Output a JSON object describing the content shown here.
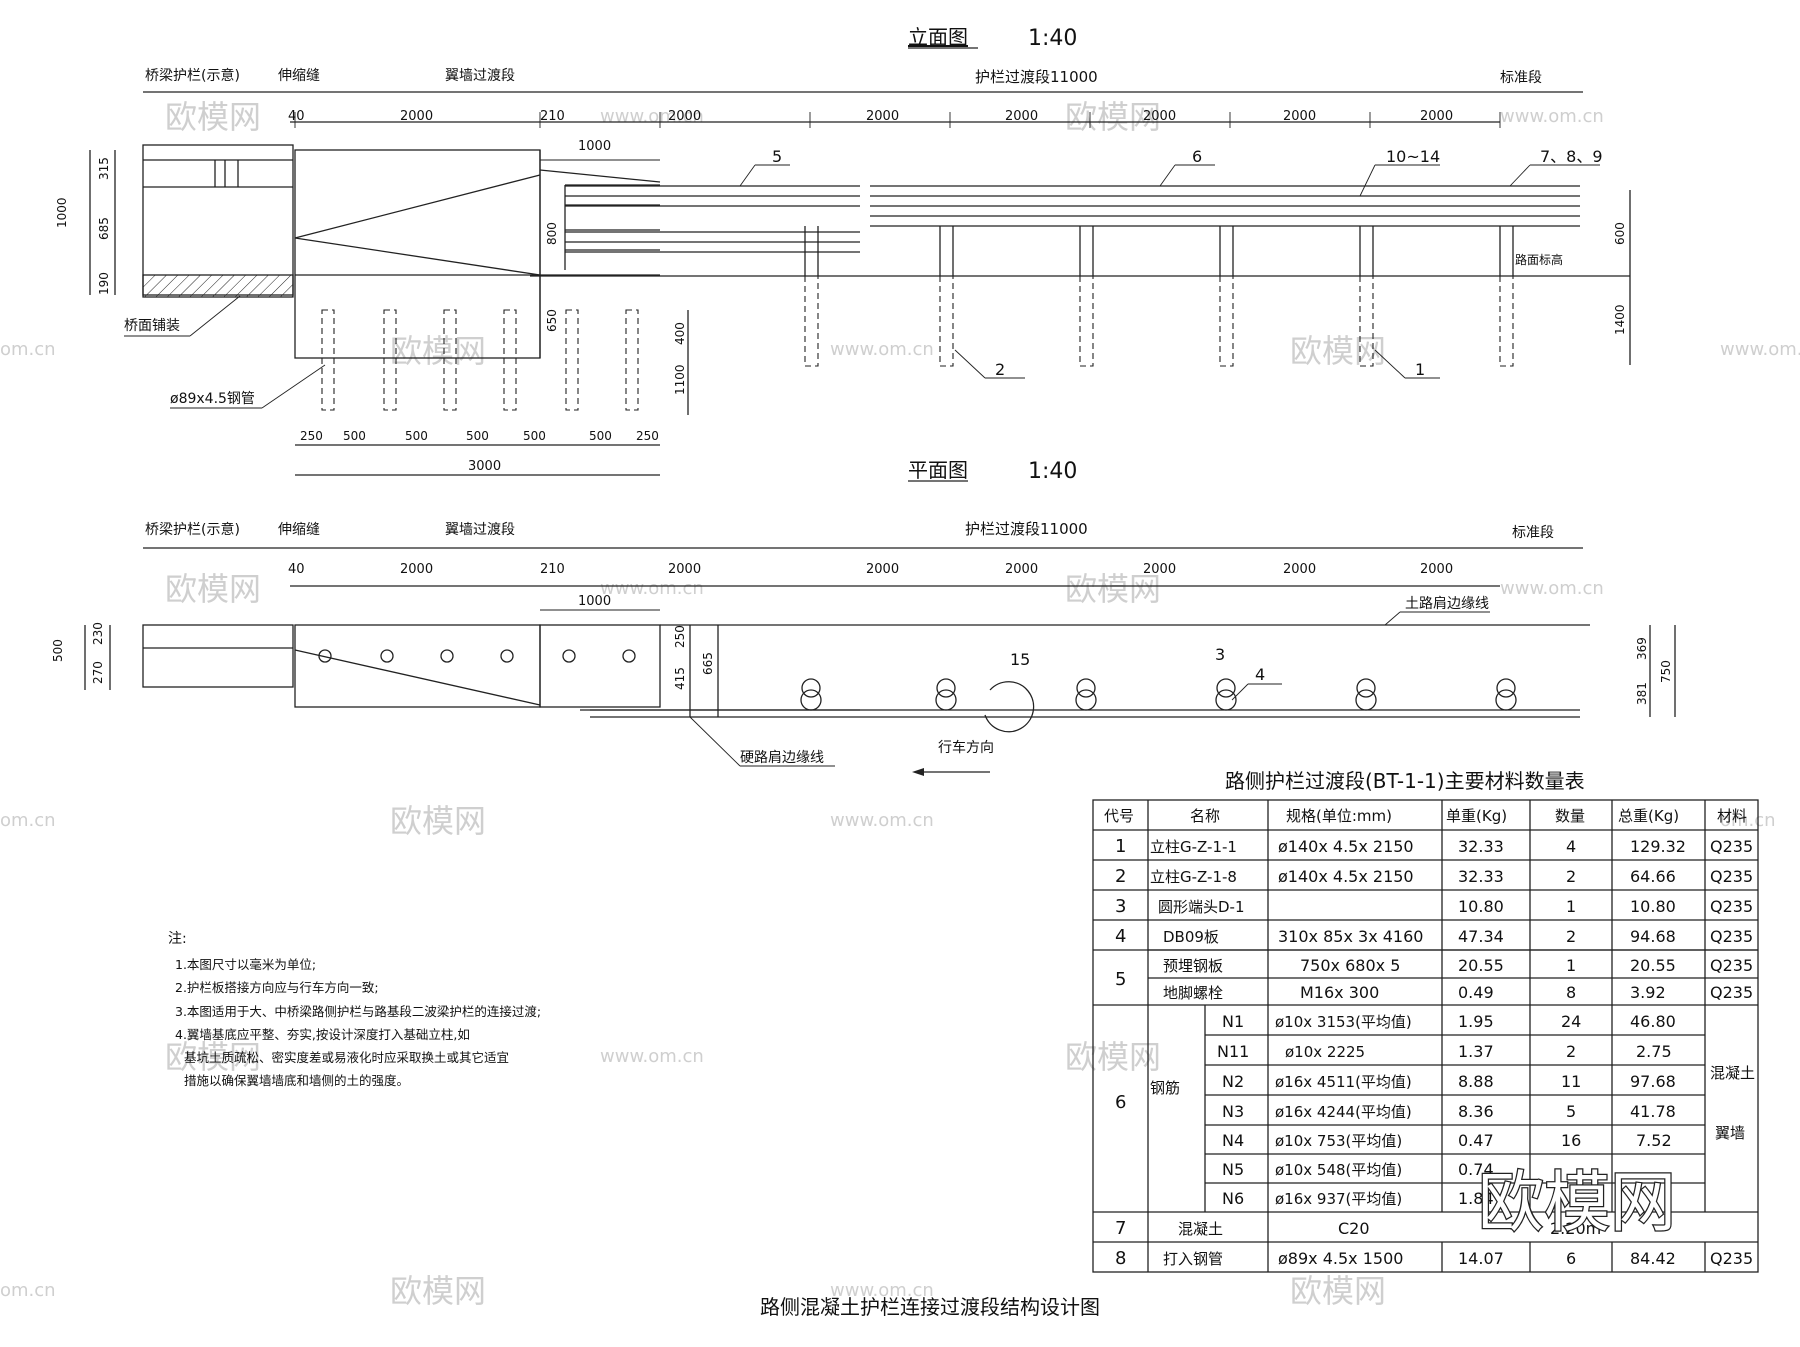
{
  "watermark": {
    "brand": "欧模网",
    "site": "www.om.cn",
    "site_short": "om.cn"
  },
  "elevation": {
    "title": "立面图",
    "scale": "1:40",
    "top_labels": [
      "桥梁护栏(示意)",
      "伸缩缝",
      "翼墙过渡段",
      "护栏过渡段11000",
      "标准段"
    ],
    "dims": [
      "40",
      "2000",
      "210",
      "2000",
      "2000",
      "2000",
      "2000",
      "2000",
      "2000"
    ],
    "sub_dim": "1000",
    "left_dims": [
      "1000",
      "315",
      "685",
      "190"
    ],
    "mid_dims": [
      "800",
      "650",
      "400",
      "1100"
    ],
    "right_dims": [
      "600",
      "1400"
    ],
    "callouts": [
      "5",
      "6",
      "10~14",
      "7、8、9",
      "2",
      "1"
    ],
    "road_level": "路面标高",
    "bridge_deck": "桥面铺装",
    "pipe": "ø89x4.5钢管",
    "bottom_dims": [
      "250",
      "500",
      "500",
      "500",
      "500",
      "500",
      "250"
    ],
    "bottom_total": "3000"
  },
  "plan": {
    "title": "平面图",
    "scale": "1:40",
    "top_labels": [
      "桥梁护栏(示意)",
      "伸缩缝",
      "翼墙过渡段",
      "护栏过渡段11000",
      "标准段"
    ],
    "dims": [
      "40",
      "2000",
      "210",
      "2000",
      "2000",
      "2000",
      "2000",
      "2000",
      "2000"
    ],
    "sub_dim": "1000",
    "soil_edge": "土路肩边缘线",
    "hard_edge": "硬路肩边缘线",
    "direction": "行车方向",
    "left_dims": [
      "500",
      "230",
      "270"
    ],
    "mid_dims": [
      "250",
      "415",
      "665"
    ],
    "right_dims": [
      "369",
      "381",
      "750"
    ],
    "callouts": [
      "15",
      "3",
      "4"
    ]
  },
  "table": {
    "title": "路侧护栏过渡段(BT-1-1)主要材料数量表",
    "headers": [
      "代号",
      "名称",
      "规格(单位:mm)",
      "单重(Kg)",
      "数量",
      "总重(Kg)",
      "材料"
    ],
    "rows": [
      [
        "1",
        "立柱G-Z-1-1",
        "ø140x 4.5x 2150",
        "32.33",
        "4",
        "129.32",
        "Q235"
      ],
      [
        "2",
        "立柱G-Z-1-8",
        "ø140x 4.5x 2150",
        "32.33",
        "2",
        "64.66",
        "Q235"
      ],
      [
        "3",
        "圆形端头D-1",
        "",
        "10.80",
        "1",
        "10.80",
        "Q235"
      ],
      [
        "4",
        "DB09板",
        "310x 85x 3x 4160",
        "47.34",
        "2",
        "94.68",
        "Q235"
      ]
    ],
    "row5": {
      "code": "5",
      "items": [
        [
          "预埋钢板",
          "750x 680x 5",
          "20.55",
          "1",
          "20.55",
          "Q235"
        ],
        [
          "地脚螺栓",
          "M16x 300",
          "0.49",
          "8",
          "3.92",
          "Q235"
        ]
      ]
    },
    "row6": {
      "code": "6",
      "name": "钢筋",
      "material": [
        "混凝土",
        "翼墙"
      ],
      "items": [
        [
          "N1",
          "ø10x 3153(平均值)",
          "1.95",
          "24",
          "46.80"
        ],
        [
          "N11",
          "ø10x 2225",
          "1.37",
          "2",
          "2.75"
        ],
        [
          "N2",
          "ø16x 4511(平均值)",
          "8.88",
          "11",
          "97.68"
        ],
        [
          "N3",
          "ø16x 4244(平均值)",
          "8.36",
          "5",
          "41.78"
        ],
        [
          "N4",
          "ø10x 753(平均值)",
          "0.47",
          "16",
          "7.52"
        ],
        [
          "N5",
          "ø10x 548(平均值)",
          "0.74",
          "",
          ""
        ],
        [
          "N6",
          "ø16x 937(平均值)",
          "1.84",
          "",
          ""
        ]
      ]
    },
    "row7": [
      "7",
      "混凝土",
      "C20",
      "2.20m"
    ],
    "row8": [
      "8",
      "打入钢管",
      "ø89x 4.5x 1500",
      "14.07",
      "6",
      "84.42",
      "Q235"
    ]
  },
  "notes": {
    "heading": "注:",
    "lines": [
      "1.本图尺寸以毫米为单位;",
      "2.护栏板搭接方向应与行车方向一致;",
      "3.本图适用于大、中桥梁路侧护栏与路基段二波梁护栏的连接过渡;",
      "4.翼墙基底应平整、夯实,按设计深度打入基础立柱,如",
      "基坑土质疏松、密实度差或易液化时应采取换土或其它适宜",
      "措施以确保翼墙墙底和墙侧的土的强度。"
    ]
  },
  "footer_title": "路侧混凝土护栏连接过渡段结构设计图"
}
